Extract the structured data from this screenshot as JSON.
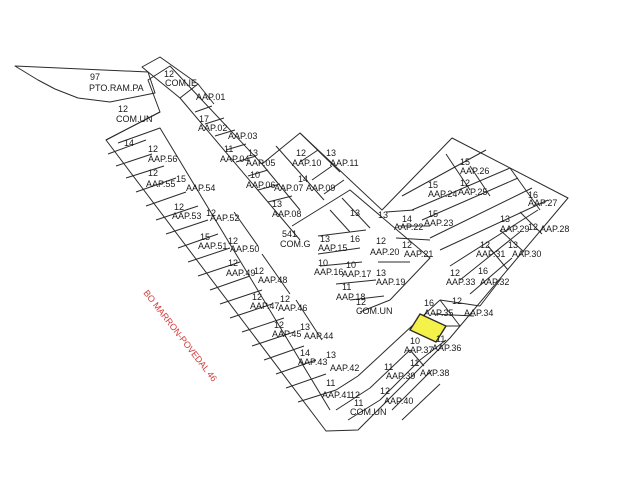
{
  "street": "BO MARRON-POVEDAL 46",
  "colors": {
    "line": "#2b2b2b",
    "highlight_fill": "#f4f249",
    "street": "#d23a3a",
    "background": "#ffffff"
  },
  "labels": [
    {
      "t": "97"
    },
    {
      "t": "PTO.RAM.PA"
    },
    {
      "t": "12"
    },
    {
      "t": "COM.IE"
    },
    {
      "t": "AAP.01"
    },
    {
      "t": "12"
    },
    {
      "t": "COM.UN"
    },
    {
      "t": "17"
    },
    {
      "t": "AAP.02"
    },
    {
      "t": "AAP.03"
    },
    {
      "t": "14"
    },
    {
      "t": "12"
    },
    {
      "t": "AAP.56"
    },
    {
      "t": "11"
    },
    {
      "t": "13"
    },
    {
      "t": "AAP.04"
    },
    {
      "t": "AAP.05"
    },
    {
      "t": "12"
    },
    {
      "t": "13"
    },
    {
      "t": "AAP.10"
    },
    {
      "t": "AAP.11"
    },
    {
      "t": "12"
    },
    {
      "t": "15"
    },
    {
      "t": "AAP.55"
    },
    {
      "t": "AAP.54"
    },
    {
      "t": "10"
    },
    {
      "t": "14"
    },
    {
      "t": "AAP.06"
    },
    {
      "t": "AAP.07"
    },
    {
      "t": "AAP.09"
    },
    {
      "t": "13"
    },
    {
      "t": "AAP.08"
    },
    {
      "t": "12"
    },
    {
      "t": "12"
    },
    {
      "t": "AAP.53"
    },
    {
      "t": "AAP.52"
    },
    {
      "t": "15"
    },
    {
      "t": "12"
    },
    {
      "t": "AAP.51"
    },
    {
      "t": "AAP.50"
    },
    {
      "t": "12"
    },
    {
      "t": "12"
    },
    {
      "t": "AAP.49"
    },
    {
      "t": "AAP.48"
    },
    {
      "t": "12"
    },
    {
      "t": "12"
    },
    {
      "t": "AAP.47"
    },
    {
      "t": "AAP.46"
    },
    {
      "t": "12"
    },
    {
      "t": "13"
    },
    {
      "t": "AAP.45"
    },
    {
      "t": "AAP.44"
    },
    {
      "t": "14"
    },
    {
      "t": "13"
    },
    {
      "t": "AAP.43"
    },
    {
      "t": "AAP.42"
    },
    {
      "t": "11"
    },
    {
      "t": "AAP.41"
    },
    {
      "t": "12"
    },
    {
      "t": "15"
    },
    {
      "t": "AAP.26"
    },
    {
      "t": "15"
    },
    {
      "t": "12"
    },
    {
      "t": "AAP.24"
    },
    {
      "t": "AAP.25"
    },
    {
      "t": "16"
    },
    {
      "t": "AAP.27"
    },
    {
      "t": "13"
    },
    {
      "t": "13"
    },
    {
      "t": "14"
    },
    {
      "t": "15"
    },
    {
      "t": "AAP.22"
    },
    {
      "t": "AAP.23"
    },
    {
      "t": "13"
    },
    {
      "t": "12"
    },
    {
      "t": "AAP.28"
    },
    {
      "t": "AAP.29"
    },
    {
      "t": "541"
    },
    {
      "t": "COM.G"
    },
    {
      "t": "13"
    },
    {
      "t": "16"
    },
    {
      "t": "AAP.15"
    },
    {
      "t": "12"
    },
    {
      "t": "12"
    },
    {
      "t": "AAP.20"
    },
    {
      "t": "AAP.21"
    },
    {
      "t": "12"
    },
    {
      "t": "13"
    },
    {
      "t": "AAP.31"
    },
    {
      "t": "AAP.30"
    },
    {
      "t": "10"
    },
    {
      "t": "10"
    },
    {
      "t": "AAP.16"
    },
    {
      "t": "AAP.17"
    },
    {
      "t": "13"
    },
    {
      "t": "AAP.19"
    },
    {
      "t": "12"
    },
    {
      "t": "16"
    },
    {
      "t": "AAP.33"
    },
    {
      "t": "AAP.32"
    },
    {
      "t": "11"
    },
    {
      "t": "AAP.18"
    },
    {
      "t": "12"
    },
    {
      "t": "COM.UN"
    },
    {
      "t": "16"
    },
    {
      "t": "AAP.35"
    },
    {
      "t": "12"
    },
    {
      "t": "AAP.34"
    },
    {
      "t": "10"
    },
    {
      "t": "11"
    },
    {
      "t": "AAP.37"
    },
    {
      "t": "AAP.36"
    },
    {
      "t": "11"
    },
    {
      "t": "11"
    },
    {
      "t": "AAP.39"
    },
    {
      "t": "AAP.38"
    },
    {
      "t": "12"
    },
    {
      "t": "AAP.40"
    },
    {
      "t": "11"
    },
    {
      "t": "COM.UN"
    }
  ]
}
